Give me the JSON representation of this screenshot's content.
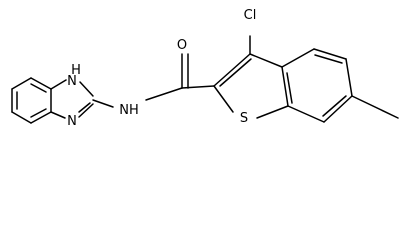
{
  "molecule": {
    "atom_labels": {
      "imidazole_nh": "H",
      "imidazole_n_h": "N",
      "imidazole_n": "N",
      "amide_nh": "NH",
      "carbonyl_o": "O",
      "chlorine": "Cl",
      "sulfur": "S"
    },
    "colors": {
      "bond": "#000000",
      "label": "#000000",
      "background": "#ffffff"
    }
  }
}
